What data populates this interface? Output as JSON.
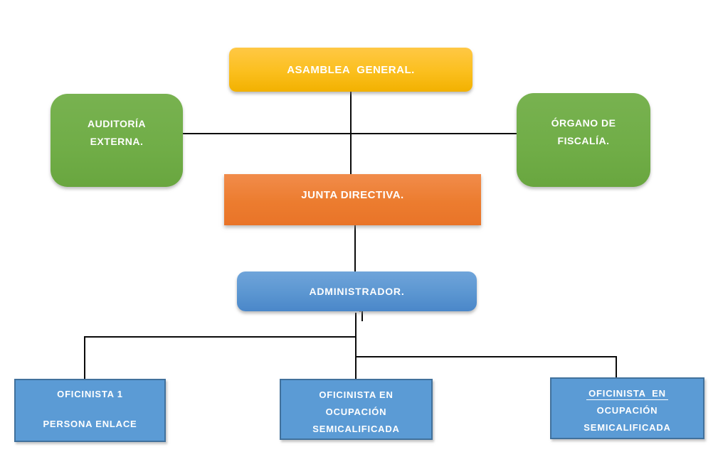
{
  "diagram": {
    "type": "org-chart",
    "language": "es",
    "edges": [
      {
        "from": "asamblea-general",
        "to": "junta-directiva"
      },
      {
        "from": "auditoria-externa",
        "to": "organo-de-fiscalia",
        "style": "lateral"
      },
      {
        "from": "junta-directiva",
        "to": "administrador"
      },
      {
        "from": "administrador",
        "to": "oficinista-1-persona-enlace"
      },
      {
        "from": "administrador",
        "to": "oficinista-ocupacion-semicalificada-1"
      },
      {
        "from": "administrador",
        "to": "oficinista-ocupacion-semicalificada-2"
      }
    ]
  },
  "colors": {
    "gold_top": "#FFC845",
    "gold_bottom": "#F2B100",
    "green": "#70AD47",
    "orange_top": "#F18C4B",
    "orange_bottom": "#E97428",
    "blue_top": "#6FA4DA",
    "blue_bottom": "#4A87C9",
    "leaf_fill": "#5B9BD5",
    "leaf_border": "#41719C",
    "connector": "#0b0b0b",
    "text": "#FFFFFF"
  },
  "nodes": {
    "asamblea": {
      "label": "ASAMBLEA GENERAL."
    },
    "auditoria": {
      "line1": "AUDITORÍA",
      "line2": "EXTERNA."
    },
    "organo": {
      "line1": "ÓRGANO DE",
      "line2": "FISCALÍA."
    },
    "junta": {
      "label": "JUNTA DIRECTIVA."
    },
    "administrador": {
      "label": "ADMINISTRADOR."
    },
    "oficinista_enlace": {
      "line1": "OFICINISTA 1",
      "line2": "",
      "line3": "PERSONA ENLACE"
    },
    "oficinista_semi_1": {
      "line1": "OFICINISTA EN",
      "line2": "OCUPACIÓN",
      "line3": "SEMICALIFICADA"
    },
    "oficinista_semi_2": {
      "line1": "OFICINISTA  EN",
      "line2": "OCUPACIÓN",
      "line3": "SEMICALIFICADA"
    }
  }
}
